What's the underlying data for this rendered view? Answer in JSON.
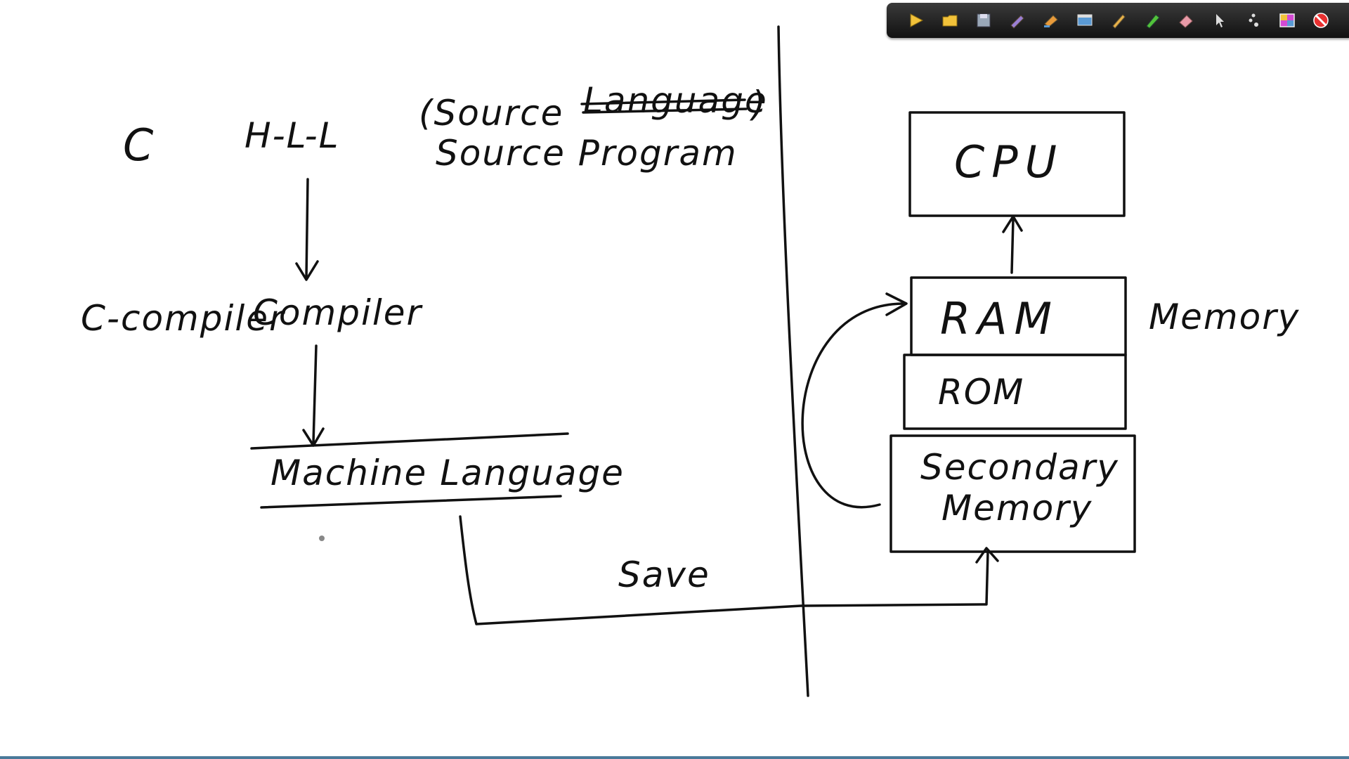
{
  "diagram": {
    "left": {
      "c": "C",
      "hll": "H-L-L",
      "source_language_prefix": "(Source",
      "source_language_struck": "Language",
      "source_language_close": ")",
      "source_program": "Source Program",
      "c_compiler": "C-compiler",
      "compiler": "Compiler",
      "machine_language": "Machine Language"
    },
    "save_label": "Save",
    "right": {
      "cpu": "CPU",
      "ram": "RAM",
      "rom": "ROM",
      "memory": "Memory",
      "secondary_memory_line1": "Secondary",
      "secondary_memory_line2": "Memory"
    }
  },
  "toolbar": {
    "tools": [
      {
        "icon": "play-icon",
        "color": "#f2c23a"
      },
      {
        "icon": "folder-icon",
        "color": "#f2c23a"
      },
      {
        "icon": "save-disk-icon",
        "color": "#9aa8b8"
      },
      {
        "icon": "pen-purple-icon",
        "color": "#9a7fd4"
      },
      {
        "icon": "highlighter-icon",
        "color": "#e89a3a"
      },
      {
        "icon": "screen-icon",
        "color": "#5a9ad4"
      },
      {
        "icon": "pencil-icon",
        "color": "#e8b24a"
      },
      {
        "icon": "marker-green-icon",
        "color": "#52c23a"
      },
      {
        "icon": "eraser-icon",
        "color": "#e89aa8"
      },
      {
        "icon": "pointer-icon",
        "color": "#dddddd"
      },
      {
        "icon": "dots-icon",
        "color": "#dddddd"
      },
      {
        "icon": "color-palette-icon",
        "color": "#d44ad4"
      },
      {
        "icon": "stop-icon",
        "color": "#e83030"
      }
    ]
  }
}
